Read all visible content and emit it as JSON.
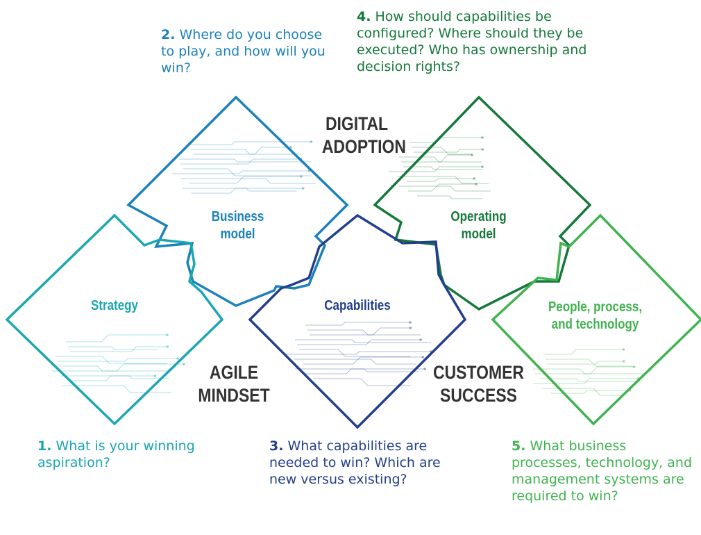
{
  "colors": {
    "teal": "#1aa6b3",
    "blue": "#1b81bb",
    "navy": "#233f8c",
    "dark_green": "#15783a",
    "green": "#3fb34f",
    "theme_text": "#333333"
  },
  "diamonds": {
    "strategy": {
      "label": "Strategy"
    },
    "business_model": {
      "label": "Business model"
    },
    "capabilities": {
      "label": "Capabilities"
    },
    "operating_model": {
      "label": "Operating model"
    },
    "people": {
      "label": "People, process, and technology"
    }
  },
  "themes": {
    "digital_adoption": "DIGITAL ADOPTION",
    "agile_mindset": "AGILE MINDSET",
    "customer_success": "CUSTOMER SUCCESS"
  },
  "questions": [
    {
      "number": "1.",
      "text": "What is your winning aspiration?"
    },
    {
      "number": "2.",
      "text": "Where do you choose to play, and how will you win?"
    },
    {
      "number": "3.",
      "text": "What capabilities are needed to win? Which are new versus existing?"
    },
    {
      "number": "4.",
      "text": "How should capabilities be configured? Where should they be executed? Who has ownership and decision rights?"
    },
    {
      "number": "5.",
      "text": "What business processes, technology, and management systems are required to win?"
    }
  ],
  "decoration_icon": "circuit-pattern-icon"
}
